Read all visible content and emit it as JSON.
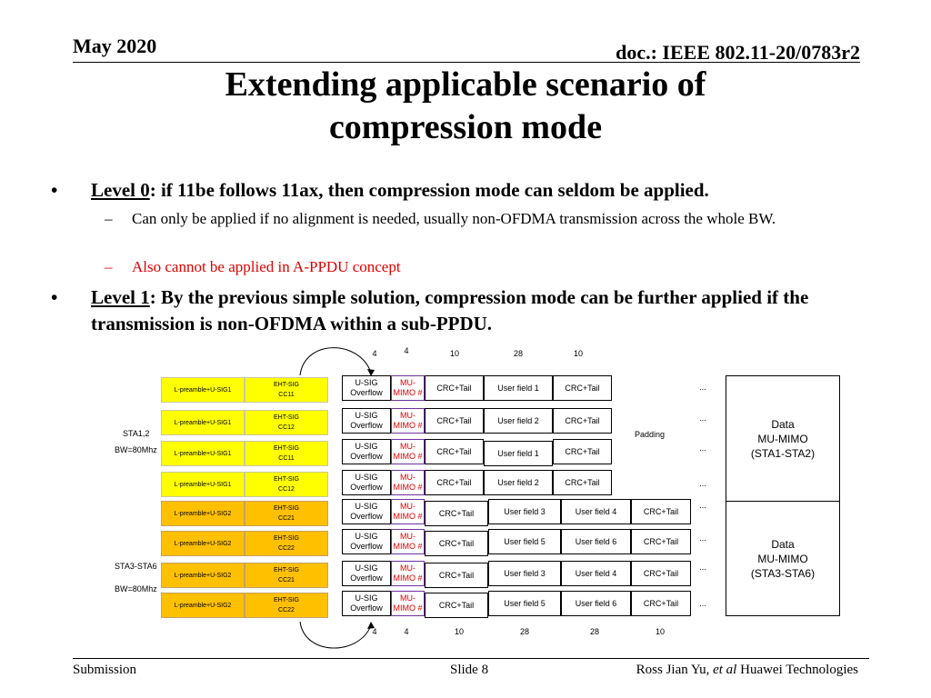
{
  "header": {
    "date": "May 2020",
    "doc": "doc.: IEEE 802.11-20/0783r2"
  },
  "title": {
    "line1": "Extending applicable scenario of",
    "line2": "compression mode"
  },
  "bullets": {
    "l0_label": "Level 0",
    "l0_text": ": if 11be follows 11ax, then compression mode can seldom be applied.",
    "l0_sub1": "Can only be applied if no alignment is needed, usually non-OFDMA transmission across the whole BW.",
    "l0_sub2": "Also cannot be applied in A-PPDU concept",
    "l1_label": "Level 1",
    "l1_text": ": By the previous simple solution, compression mode can be further applied if the transmission is non-OFDMA within a sub-PPDU.",
    "bullet": "•",
    "dash": "–"
  },
  "diagram": {
    "top_nums": [
      "4",
      "4",
      "10",
      "28",
      "10"
    ],
    "bottom_nums": [
      "4",
      "4",
      "10",
      "28",
      "28",
      "10"
    ],
    "sta12": "STA1,2",
    "bw1": "BW=80Mhz",
    "sta36": "STA3-STA6",
    "bw2": "BW=80Mhz",
    "padding": "Padding",
    "ellipsis": "...",
    "usig": "U-SIG Overflow",
    "mumimo": "MU-MIMO #",
    "crc": "CRC+Tail",
    "rows": [
      {
        "lp": "L-preamble+U-SIG1",
        "eht1": "EHT-SIG",
        "eht2": "CC11",
        "f1": "User field 1",
        "f2": ""
      },
      {
        "lp": "L-preamble+U-SIG1",
        "eht1": "EHT-SIG",
        "eht2": "CC12",
        "f1": "User field 2",
        "f2": ""
      },
      {
        "lp": "L-preamble+U-SIG1",
        "eht1": "EHT-SIG",
        "eht2": "CC11",
        "f1": "User field 1",
        "f2": ""
      },
      {
        "lp": "L-preamble+U-SIG1",
        "eht1": "EHT-SIG",
        "eht2": "CC12",
        "f1": "User field 2",
        "f2": ""
      },
      {
        "lp": "L-preamble+U-SIG2",
        "eht1": "EHT-SIG",
        "eht2": "CC21",
        "f1": "User field 3",
        "f2": "User field 4"
      },
      {
        "lp": "L-preamble+U-SIG2",
        "eht1": "EHT-SIG",
        "eht2": "CC22",
        "f1": "User field 5",
        "f2": "User field 6"
      },
      {
        "lp": "L-preamble+U-SIG2",
        "eht1": "EHT-SIG",
        "eht2": "CC21",
        "f1": "User field 3",
        "f2": "User field 4"
      },
      {
        "lp": "L-preamble+U-SIG2",
        "eht1": "EHT-SIG",
        "eht2": "CC22",
        "f1": "User field 5",
        "f2": "User field 6"
      }
    ],
    "data1": {
      "l1": "Data",
      "l2": "MU-MIMO",
      "l3": "(STA1-STA2)"
    },
    "data2": {
      "l1": "Data",
      "l2": "MU-MIMO",
      "l3": "(STA3-STA6)"
    }
  },
  "footer": {
    "left": "Submission",
    "center": "Slide 8",
    "author": "Ross Jian Yu, ",
    "etal": "et al",
    "org": " Huawei Technologies"
  }
}
